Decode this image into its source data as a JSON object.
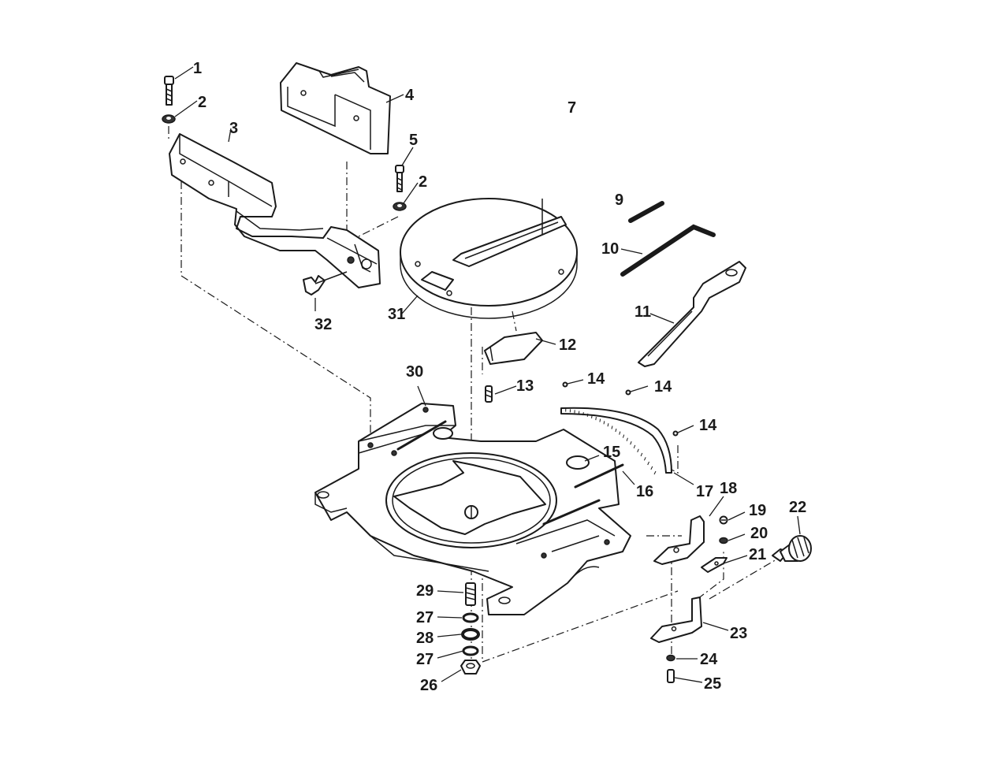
{
  "diagram": {
    "callouts": [
      {
        "id": "1",
        "text": "1"
      },
      {
        "id": "2a",
        "text": "2"
      },
      {
        "id": "3",
        "text": "3"
      },
      {
        "id": "4",
        "text": "4"
      },
      {
        "id": "5",
        "text": "5"
      },
      {
        "id": "2b",
        "text": "2"
      },
      {
        "id": "7",
        "text": "7"
      },
      {
        "id": "9",
        "text": "9"
      },
      {
        "id": "10",
        "text": "10"
      },
      {
        "id": "11",
        "text": "11"
      },
      {
        "id": "31",
        "text": "31"
      },
      {
        "id": "32",
        "text": "32"
      },
      {
        "id": "12",
        "text": "12"
      },
      {
        "id": "13",
        "text": "13"
      },
      {
        "id": "30",
        "text": "30"
      },
      {
        "id": "14a",
        "text": "14"
      },
      {
        "id": "14b",
        "text": "14"
      },
      {
        "id": "14c",
        "text": "14"
      },
      {
        "id": "15",
        "text": "15"
      },
      {
        "id": "16",
        "text": "16"
      },
      {
        "id": "17",
        "text": "17"
      },
      {
        "id": "18",
        "text": "18"
      },
      {
        "id": "19",
        "text": "19"
      },
      {
        "id": "20",
        "text": "20"
      },
      {
        "id": "21",
        "text": "21"
      },
      {
        "id": "22",
        "text": "22"
      },
      {
        "id": "23",
        "text": "23"
      },
      {
        "id": "24",
        "text": "24"
      },
      {
        "id": "25",
        "text": "25"
      },
      {
        "id": "29",
        "text": "29"
      },
      {
        "id": "27a",
        "text": "27"
      },
      {
        "id": "28",
        "text": "28"
      },
      {
        "id": "27b",
        "text": "27"
      },
      {
        "id": "26",
        "text": "26"
      }
    ]
  }
}
